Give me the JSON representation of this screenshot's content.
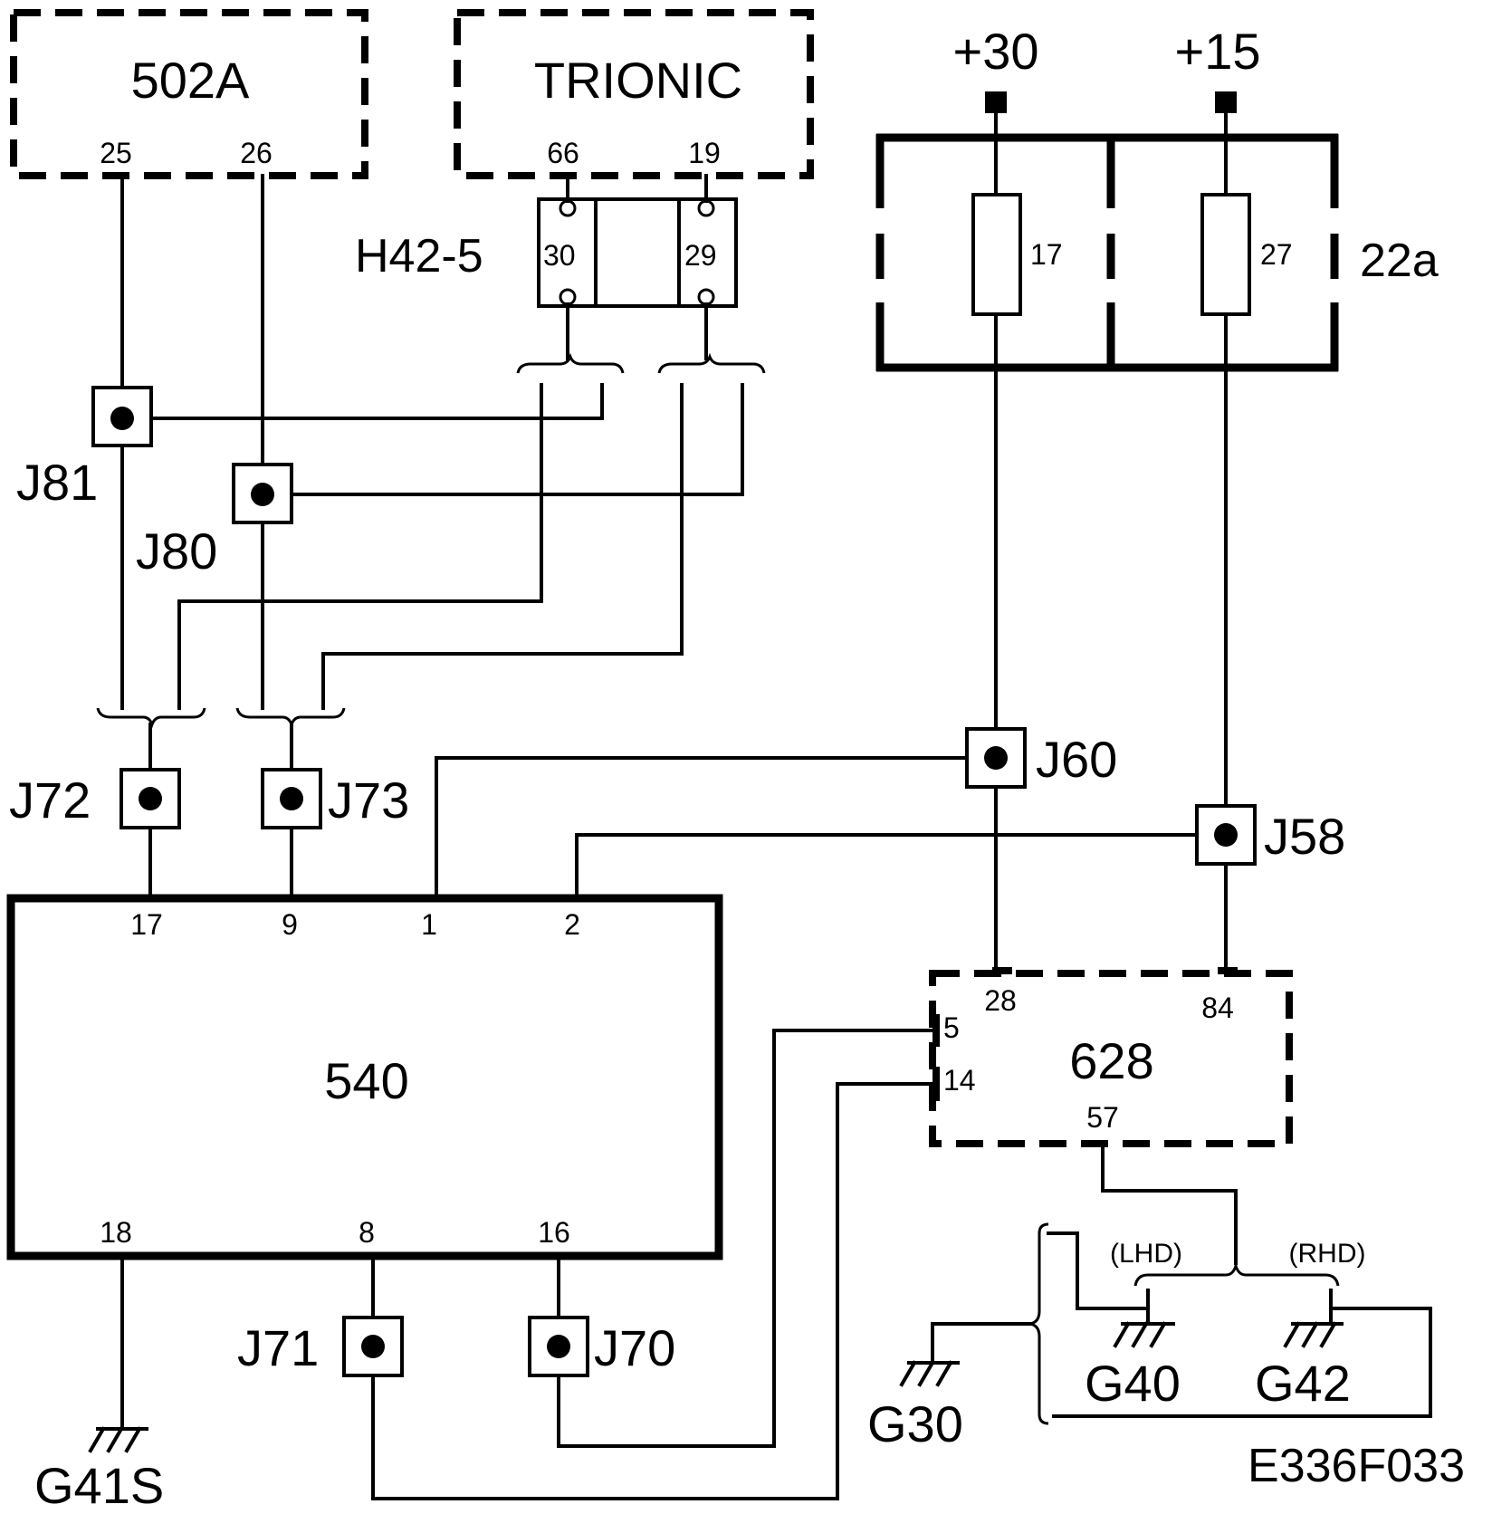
{
  "components": {
    "module_502a": {
      "label": "502A",
      "pin_25": "25",
      "pin_26": "26"
    },
    "trionic": {
      "label": "TRIONIC",
      "pin_66": "66",
      "pin_19": "19"
    },
    "connector_h42": {
      "label": "H42-5",
      "pin_30": "30",
      "pin_29": "29"
    },
    "fuse_box": {
      "label": "22a",
      "fuse_17": "17",
      "fuse_27": "27"
    },
    "supply_30": "+30",
    "supply_15": "+15",
    "module_540": {
      "label": "540",
      "pin_17": "17",
      "pin_9": "9",
      "pin_1": "1",
      "pin_2": "2",
      "pin_18": "18",
      "pin_8": "8",
      "pin_16": "16"
    },
    "module_628": {
      "label": "628",
      "pin_28": "28",
      "pin_84": "84",
      "pin_5": "5",
      "pin_14": "14",
      "pin_57": "57"
    }
  },
  "splices": {
    "j81": "J81",
    "j80": "J80",
    "j72": "J72",
    "j73": "J73",
    "j60": "J60",
    "j58": "J58",
    "j71": "J71",
    "j70": "J70"
  },
  "grounds": {
    "g41s": "G41S",
    "g30": "G30",
    "g40": "G40",
    "g42": "G42",
    "lhd": "(LHD)",
    "rhd": "(RHD)"
  },
  "figure_id": "E336F033"
}
